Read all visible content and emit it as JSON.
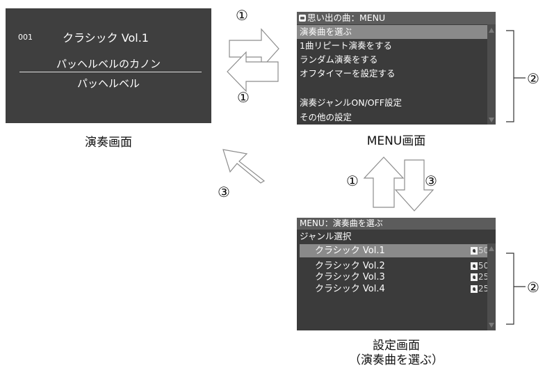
{
  "play_screen": {
    "track_no": "001",
    "album": "クラシック Vol.1",
    "title": "パッヘルベルのカノン",
    "artist": "パッヘルベル",
    "caption": "演奏画面"
  },
  "menu_screen": {
    "header": "思い出の曲：MENU",
    "items": [
      "演奏曲を選ぶ",
      "1曲リピート演奏をする",
      "ランダム演奏をする",
      "オフタイマーを設定する",
      "",
      "演奏ジャンルON/OFF設定",
      "その他の設定"
    ],
    "selected_index": 0,
    "caption": "MENU画面"
  },
  "select_screen": {
    "header": "MENU：演奏曲を選ぶ",
    "subheader": "ジャンル選択",
    "genres": [
      {
        "name": "クラシック Vol.1",
        "count": "50"
      },
      {
        "name": "クラシック Vol.2",
        "count": "50"
      },
      {
        "name": "クラシック Vol.3",
        "count": "25"
      },
      {
        "name": "クラシック Vol.4",
        "count": "25"
      }
    ],
    "selected_index": 0,
    "caption_line1": "設定画面",
    "caption_line2": "（演奏曲を選ぶ）"
  },
  "markers": {
    "one": "①",
    "two": "②",
    "three": "③"
  },
  "colors": {
    "screen_bg": "#3f3f3f",
    "header_bg": "#5c5c5c",
    "selected_bg": "#8a8a8a",
    "arrow_stroke": "#8c8c8c"
  }
}
